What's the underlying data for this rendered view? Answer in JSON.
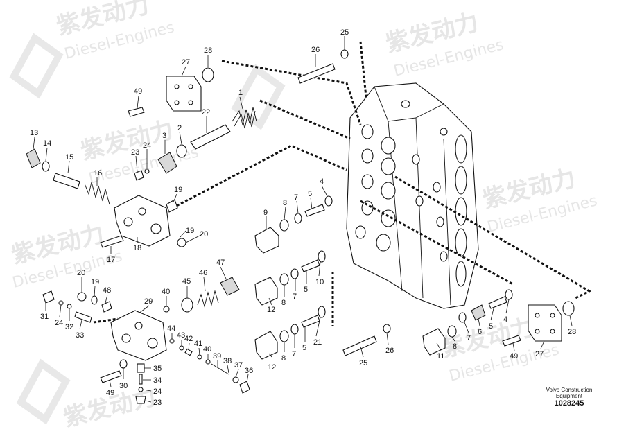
{
  "watermark": {
    "chinese": "紫发动力",
    "english": "Diesel-Engines"
  },
  "footer": {
    "company_line1": "Volvo Construction",
    "company_line2": "Equipment",
    "drawing_number": "1028245"
  },
  "callouts": {
    "c1": "1",
    "c2": "2",
    "c3": "3",
    "c4a": "4",
    "c4b": "4",
    "c5a": "5",
    "c5b": "5",
    "c5c": "5",
    "c5d": "5",
    "c6": "6",
    "c7a": "7",
    "c7b": "7",
    "c7c": "7",
    "c7d": "7",
    "c8a": "8",
    "c8b": "8",
    "c8c": "8",
    "c8d": "8",
    "c9": "9",
    "c10": "10",
    "c11": "11",
    "c12a": "12",
    "c12b": "12",
    "c13": "13",
    "c14": "14",
    "c15": "15",
    "c16": "16",
    "c17": "17",
    "c18": "18",
    "c19a": "19",
    "c19b": "19",
    "c19c": "19",
    "c20a": "20",
    "c20b": "20",
    "c21": "21",
    "c22": "22",
    "c23a": "23",
    "c23b": "23",
    "c24a": "24",
    "c24b": "24",
    "c24c": "24",
    "c25a": "25",
    "c25b": "25",
    "c26a": "26",
    "c26b": "26",
    "c27a": "27",
    "c27b": "27",
    "c28a": "28",
    "c28b": "28",
    "c29": "29",
    "c30": "30",
    "c31": "31",
    "c32": "32",
    "c33": "33",
    "c34": "34",
    "c35": "35",
    "c36": "36",
    "c37": "37",
    "c38": "38",
    "c39": "39",
    "c40a": "40",
    "c40b": "40",
    "c41": "41",
    "c42": "42",
    "c43": "43",
    "c44": "44",
    "c45": "45",
    "c46": "46",
    "c47": "47",
    "c48": "48",
    "c49a": "49",
    "c49b": "49",
    "c49c": "49"
  }
}
